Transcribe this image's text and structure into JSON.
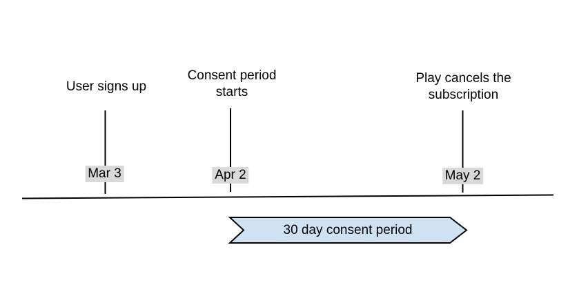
{
  "diagram": {
    "type": "timeline",
    "events": [
      {
        "label": "User signs up",
        "date": "Mar 3"
      },
      {
        "label": "Consent period\nstarts",
        "date": "Apr 2"
      },
      {
        "label": "Play cancels the\nsubscription",
        "date": "May 2"
      }
    ],
    "banner": {
      "label": "30 day consent period"
    }
  },
  "colors": {
    "background": "#ffffff",
    "text": "#000000",
    "line": "#000000",
    "date_badge_bg": "#d9d9d9",
    "banner_fill": "#cfe2f3",
    "banner_stroke": "#000000"
  }
}
